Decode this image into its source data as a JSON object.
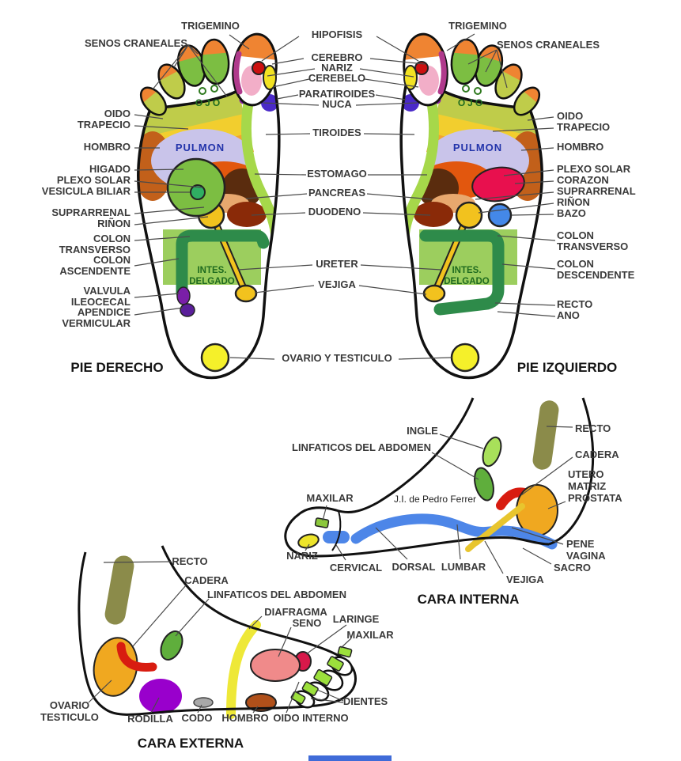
{
  "palette": {
    "toe_tip_orange": "#EF8432",
    "zone_green": "#7CBE42",
    "zone_yellow_green": "#BFCC4A",
    "band_yellow": "#F2CE2E",
    "band_orange": "#F2A52E",
    "lung_lavender": "#C9C4EA",
    "stomach_orange": "#E2570E",
    "colon_green": "#2E8B4A",
    "intestine_green": "#9CCE5E",
    "kidney_yellow": "#F2C21E",
    "heart_red": "#E8104E",
    "spleen_blue": "#4488E8",
    "spine_blue": "#4D86E8",
    "uterus_orange": "#F0A820",
    "hip_red": "#D81C10",
    "knee_purple": "#9900CC",
    "breast_pink": "#F08A8A",
    "olive_rectum": "#8B8B4A",
    "heel_yellow": "#F5F02A",
    "label_gray": "#3A3A3A"
  },
  "soles": {
    "left_title": "PIE DERECHO",
    "right_title": "PIE IZQUIERDO",
    "on_foot": {
      "eye": "OJO",
      "lung": "PULMON",
      "small_int_1": "INTES.",
      "small_int_2": "DELGADO"
    },
    "left": {
      "trigemino": "TRIGEMINO",
      "senos_craneales": "SENOS CRANEALES",
      "oido": "OIDO",
      "trapecio": "TRAPECIO",
      "hombro": "HOMBRO",
      "higado": "HIGADO",
      "plexo_solar": "PLEXO SOLAR",
      "vesicula_biliar": "VESICULA BILIAR",
      "suprarrenal": "SUPRARRENAL",
      "rinon": "RIÑON",
      "colon_1": "COLON",
      "colon_2": "TRANSVERSO",
      "colon_3": "COLON",
      "colon_4": "ASCENDENTE",
      "valvula_1": "VALVULA",
      "valvula_2": "ILEOCECAL",
      "apendice_1": "APENDICE",
      "apendice_2": "VERMICULAR"
    },
    "center": {
      "hipofisis": "HIPOFISIS",
      "cerebro": "CEREBRO",
      "nariz": "NARIZ",
      "cerebelo": "CEREBELO",
      "paratiroides": "PARATIROIDES",
      "nuca": "NUCA",
      "tiroides": "TIROIDES",
      "estomago": "ESTOMAGO",
      "pancreas": "PANCREAS",
      "duodeno": "DUODENO",
      "ureter": "URETER",
      "vejiga": "VEJIGA",
      "ovario_y_testiculo": "OVARIO Y TESTICULO"
    },
    "right": {
      "trigemino": "TRIGEMINO",
      "senos_craneales": "SENOS CRANEALES",
      "oido": "OIDO",
      "trapecio": "TRAPECIO",
      "hombro": "HOMBRO",
      "plexo_solar": "PLEXO SOLAR",
      "corazon": "CORAZON",
      "suprarrenal": "SUPRARRENAL",
      "rinon": "RIÑON",
      "bazo": "BAZO",
      "colon_1": "COLON",
      "colon_2": "TRANSVERSO",
      "colon_3": "COLON",
      "colon_4": "DESCENDENTE",
      "recto": "RECTO",
      "ano": "ANO"
    }
  },
  "cara_interna": {
    "title": "CARA INTERNA",
    "signature": "J.I. de Pedro Ferrer",
    "labels": {
      "ingle": "INGLE",
      "linfaticos": "LINFATICOS DEL ABDOMEN",
      "maxilar": "MAXILAR",
      "nariz": "NARIZ",
      "cervical": "CERVICAL",
      "dorsal": "DORSAL",
      "lumbar": "LUMBAR",
      "vejiga": "VEJIGA",
      "recto": "RECTO",
      "cadera": "CADERA",
      "utero_1": "UTERO",
      "utero_2": "MATRIZ",
      "utero_3": "PROSTATA",
      "pene_1": "PENE",
      "pene_2": "VAGINA",
      "sacro": "SACRO"
    }
  },
  "cara_externa": {
    "title": "CARA EXTERNA",
    "labels": {
      "recto": "RECTO",
      "cadera": "CADERA",
      "linfaticos": "LINFATICOS DEL ABDOMEN",
      "diafragma": "DIAFRAGMA",
      "seno": "SENO",
      "laringe": "LARINGE",
      "maxilar": "MAXILAR",
      "ovario_1": "OVARIO",
      "ovario_2": "TESTICULO",
      "rodilla": "RODILLA",
      "codo": "CODO",
      "hombro": "HOMBRO",
      "oido_interno": "OIDO INTERNO",
      "dientes": "DIENTES"
    }
  }
}
